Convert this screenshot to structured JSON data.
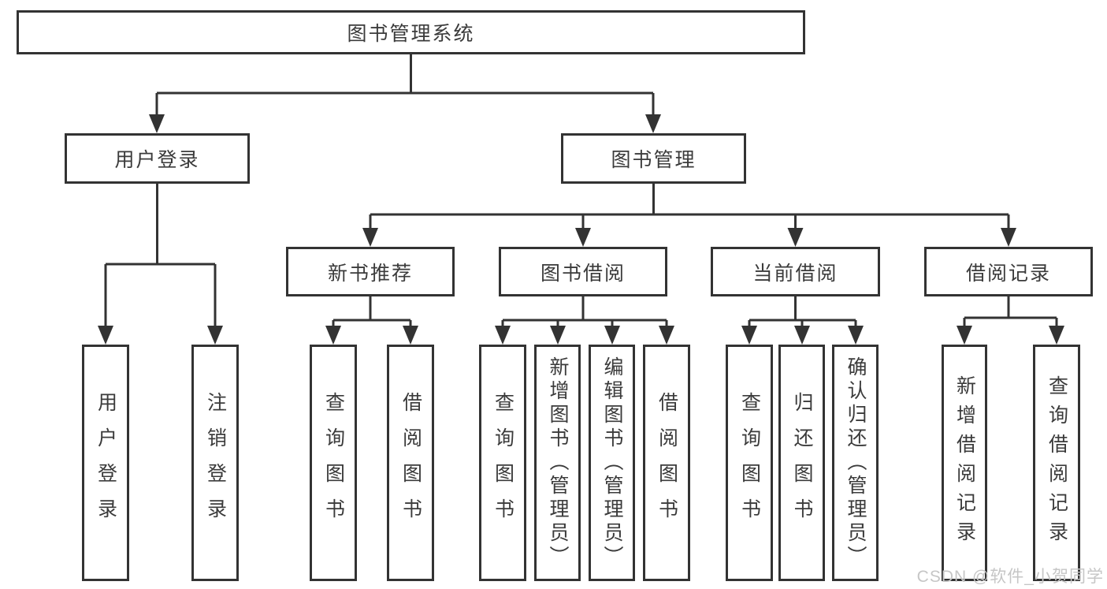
{
  "diagram": {
    "title": "图书管理系统",
    "branches": [
      {
        "label": "用户登录",
        "children": [
          {
            "label": "用户登录"
          },
          {
            "label": "注销登录"
          }
        ]
      },
      {
        "label": "图书管理",
        "children": [
          {
            "label": "新书推荐",
            "children": [
              {
                "label": "查询图书"
              },
              {
                "label": "借阅图书"
              }
            ]
          },
          {
            "label": "图书借阅",
            "children": [
              {
                "label": "查询图书"
              },
              {
                "label": "新增图书（管理员）"
              },
              {
                "label": "编辑图书（管理员）"
              },
              {
                "label": "借阅图书"
              }
            ]
          },
          {
            "label": "当前借阅",
            "children": [
              {
                "label": "查询图书"
              },
              {
                "label": "归还图书"
              },
              {
                "label": "确认归还（管理员）"
              }
            ]
          },
          {
            "label": "借阅记录",
            "children": [
              {
                "label": "新增借阅记录"
              },
              {
                "label": "查询借阅记录"
              }
            ]
          }
        ]
      }
    ]
  },
  "watermark": {
    "text": "CSDN @软件_小贺同学"
  },
  "colors": {
    "line": "#333333",
    "box_border": "#333333",
    "box_background": "#ffffff",
    "text": "#3b3b3b",
    "watermark_text": "#c6c6c6",
    "page_background": "#ffffff"
  }
}
